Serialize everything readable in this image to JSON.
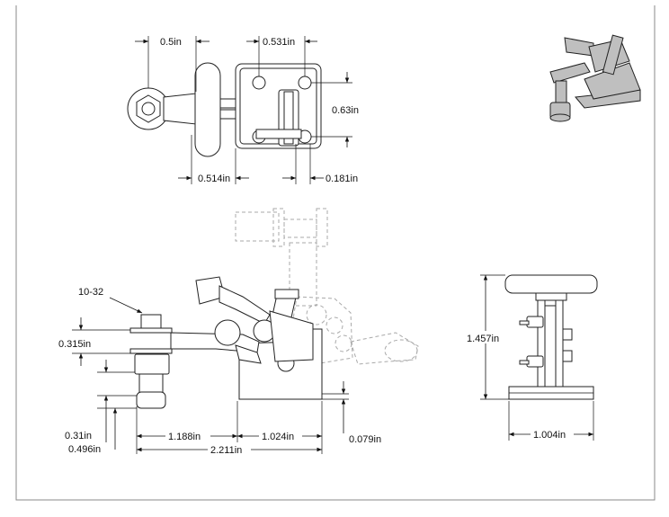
{
  "drawing": {
    "top_view": {
      "dims": {
        "handle_pad_width": "0.5in",
        "mount_hole_spacing_x": "0.531in",
        "mount_hole_spacing_y": "0.63in",
        "base_offset": "0.514in",
        "hole_offset": "0.181in"
      }
    },
    "front_view": {
      "thread_callout": "10-32",
      "dims": {
        "nut_thickness": "0.315in",
        "spindle_clearance": "0.31in",
        "spindle_height": "0.496in",
        "reach": "1.188in",
        "base_length": "1.024in",
        "overall_length": "2.211in",
        "base_thickness": "0.079in"
      }
    },
    "side_view": {
      "dims": {
        "overall_height": "1.457in",
        "base_width": "1.004in"
      }
    },
    "iso_view": {
      "icon": "toggle-clamp-3d-render"
    }
  }
}
